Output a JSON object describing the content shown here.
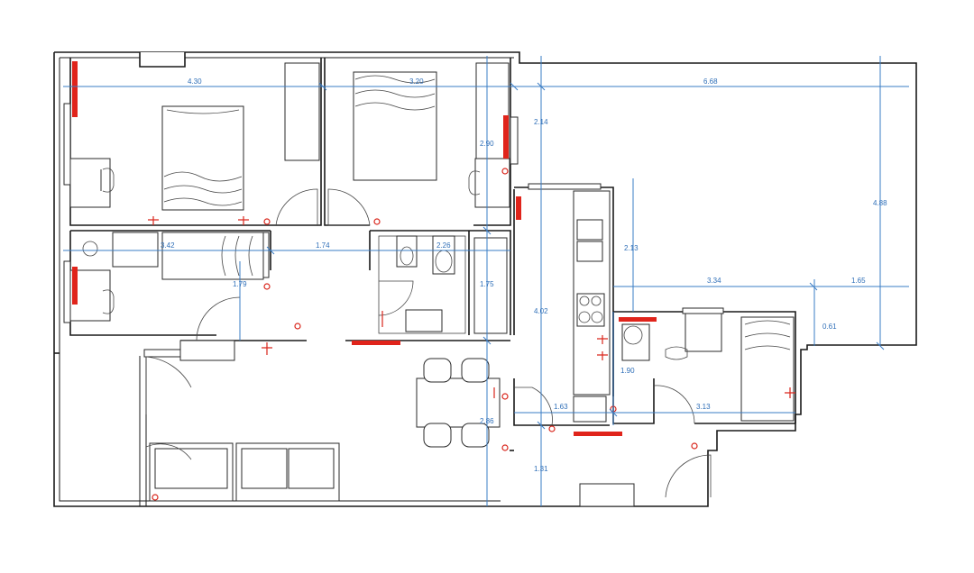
{
  "plan": {
    "dimensions": [
      {
        "id": "bedroom1-width",
        "label": "4.30"
      },
      {
        "id": "bedroom2-width",
        "label": "3.20"
      },
      {
        "id": "terrace-width",
        "label": "6.68"
      },
      {
        "id": "bedroom2-depth",
        "label": "2.90"
      },
      {
        "id": "closet-depth",
        "label": "2.14"
      },
      {
        "id": "terrace-depth",
        "label": "4.88"
      },
      {
        "id": "bedroom3-width",
        "label": "3.42"
      },
      {
        "id": "hall-width",
        "label": "1.74"
      },
      {
        "id": "bath-width",
        "label": "2.26"
      },
      {
        "id": "bedroom3-depth",
        "label": "1.79"
      },
      {
        "id": "bath-depth",
        "label": "1.75"
      },
      {
        "id": "kitchen-length",
        "label": "4.02"
      },
      {
        "id": "kitchen-width",
        "label": "2.13"
      },
      {
        "id": "terrace-lower",
        "label": "3.34"
      },
      {
        "id": "terrace-right",
        "label": "1.65"
      },
      {
        "id": "terrace-step",
        "label": "0.61"
      },
      {
        "id": "bedroom4-depth",
        "label": "1.90"
      },
      {
        "id": "corridor-width",
        "label": "1.63"
      },
      {
        "id": "bedroom4-width",
        "label": "3.13"
      },
      {
        "id": "living-depth",
        "label": "2.86"
      },
      {
        "id": "entry-depth",
        "label": "1.31"
      }
    ],
    "colors": {
      "walls": "#1a1a1a",
      "dimensions": "#3a7cc4",
      "electrical": "#e0241b"
    }
  }
}
